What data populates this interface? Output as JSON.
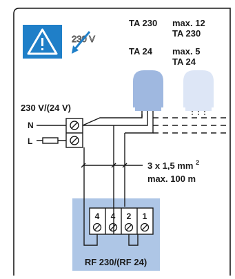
{
  "warning": {
    "voltage_label": "230 V"
  },
  "actuators": {
    "ta230": {
      "name": "TA 230",
      "max": "max. 12",
      "max_model": "TA 230"
    },
    "ta24": {
      "name": "TA 24",
      "max": "max. 5",
      "max_model": "TA 24"
    }
  },
  "supply": {
    "voltage": "230 V/(24 V)",
    "neutral": "N",
    "live": "L"
  },
  "cable": {
    "spec_main": "3 x 1,5 mm",
    "spec_sup": "2",
    "max_length": "max. 100 m"
  },
  "controller": {
    "terminals": [
      "4",
      "4",
      "2",
      "1"
    ],
    "name": "RF 230/(RF 24)"
  },
  "colors": {
    "warning_blue": "#1f7fc8",
    "actuator_blue": "#9fb8e0",
    "actuator_light": "#dde6f6",
    "controller_box": "#aec6e6",
    "frame": "#1a1a1a"
  }
}
